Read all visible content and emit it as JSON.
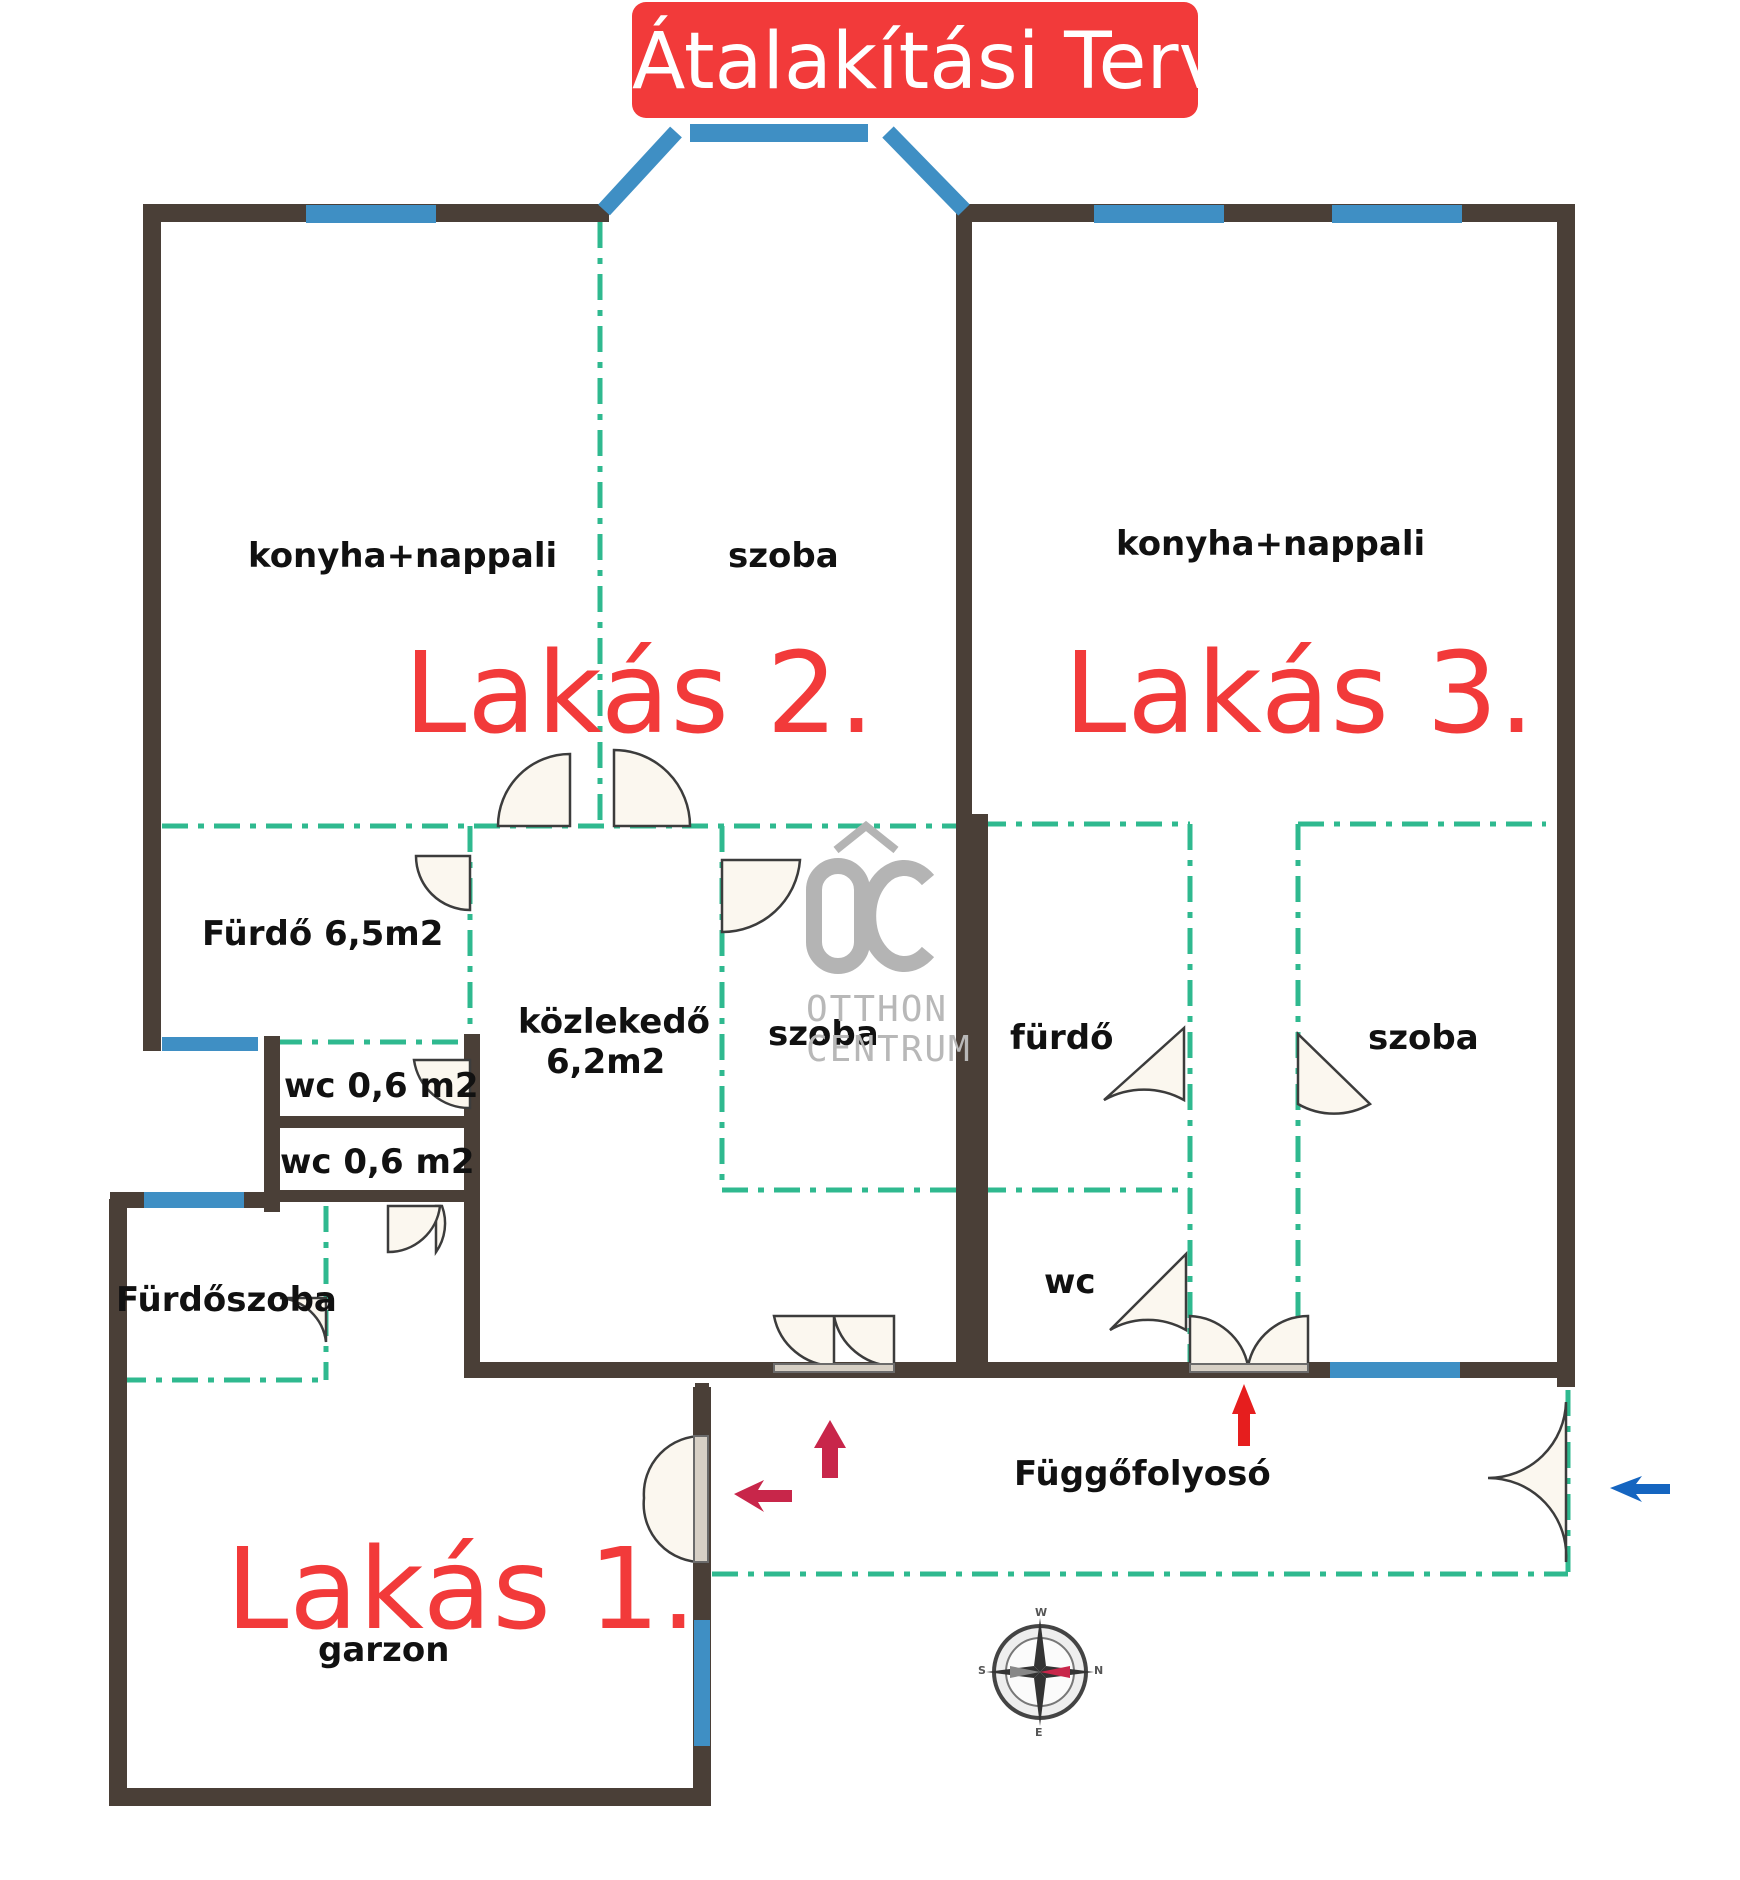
{
  "title": "Átalakítási Terv",
  "apartments": {
    "lakas1": "Lakás 1.",
    "lakas2": "Lakás 2.",
    "lakas3": "Lakás 3."
  },
  "rooms": {
    "a2_kitchen_living": "konyha+nappali",
    "a2_room": "szoba",
    "a2_bathroom": "Fürdő 6,5m2",
    "a2_corridor_line1": "közlekedő",
    "a2_corridor_line2": "6,2m2",
    "a2_room2": "szoba",
    "wc_upper": "wc 0,6 m2",
    "wc_lower": "wc 0,6 m2",
    "a1_bathroom": "Fürdőszoba",
    "a1_type": "garzon",
    "a3_kitchen_living": "konyha+nappali",
    "a3_bathroom": "fürdő",
    "a3_room": "szoba",
    "a3_wc": "wc",
    "gallery": "Függőfolyosó"
  },
  "watermark": {
    "line1": "OTTHON",
    "line2": "CENTRUM"
  },
  "compass": {
    "n": "N",
    "s": "S",
    "e": "E",
    "w": "W"
  },
  "colors": {
    "wall": "#4a3f37",
    "window": "#3f8fc4",
    "partition": "#2fb98f",
    "label_red": "#f23a3a",
    "door_fill": "#fbf7ef"
  }
}
